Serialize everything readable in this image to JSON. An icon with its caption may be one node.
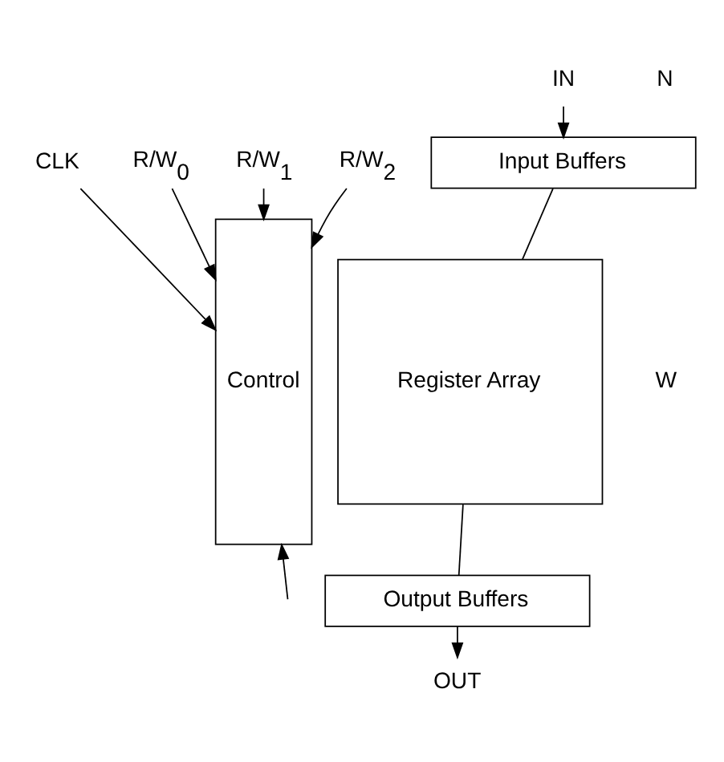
{
  "diagram": {
    "nodes": [
      {
        "text": [
          "IN"
        ]
      },
      {
        "text": [
          "Input Buffers"
        ]
      },
      {
        "text": [
          "Register Array"
        ]
      },
      {
        "text": [
          "Output Buffers"
        ]
      },
      {
        "text": [
          "OUT"
        ]
      },
      {
        "text": [
          "Control"
        ]
      },
      {
        "text": [
          "CLK"
        ]
      },
      {
        "text": [
          "R/W$_{0}$"
        ]
      },
      {
        "text": [
          "R/W$_{1}$"
        ]
      },
      {
        "text": [
          "R/W$_{2}$"
        ]
      }
    ],
    "edges": [
      {
        "from": 0,
        "to": 1,
        "arrow": "to"
      },
      {
        "from": 1,
        "to": 2,
        "arrow": "none"
      },
      {
        "from": 2,
        "to": 3,
        "arrow": "none"
      },
      {
        "from": 3,
        "to": 4,
        "arrow": "to"
      },
      {
        "from": 6,
        "to": 5,
        "arrow": "to"
      },
      {
        "from": 7,
        "to": 5,
        "arrow": "to"
      },
      {
        "from": 8,
        "to": 5,
        "arrow": "to"
      },
      {
        "from": 9,
        "to": 5,
        "arrow": "to"
      },
      {
        "from": null,
        "to": 5,
        "arrow": "to"
      }
    ],
    "labels": [
      "N",
      "W"
    ]
  }
}
